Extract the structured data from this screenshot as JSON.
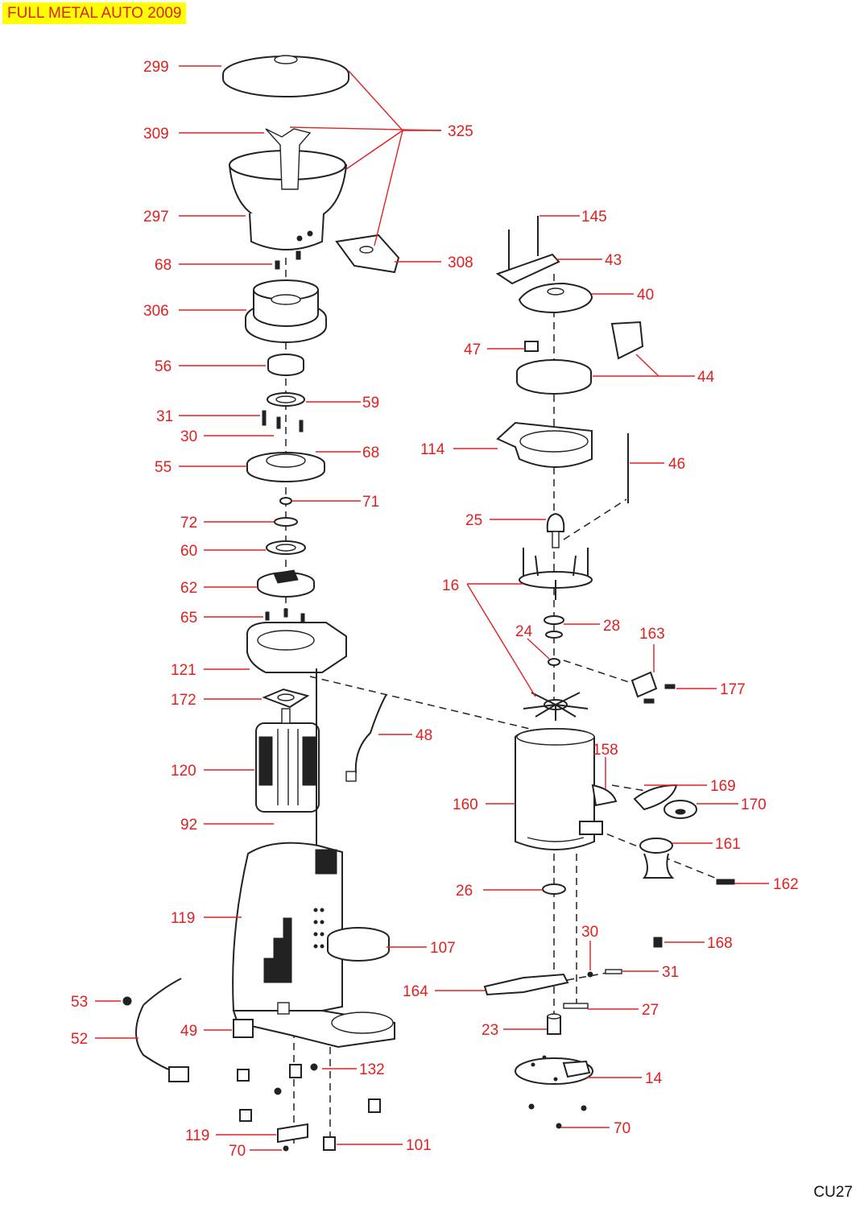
{
  "title": "FULL METAL AUTO 2009",
  "sheet_code": "CU27",
  "colors": {
    "title_bg": "#ffff00",
    "label": "#e02020",
    "line": "#222222"
  },
  "labels": {
    "l299": "299",
    "l309": "309",
    "l325": "325",
    "l297": "297",
    "l308": "308",
    "l68a": "68",
    "l306": "306",
    "l56": "56",
    "l59": "59",
    "l31a": "31",
    "l30a": "30",
    "l68b": "68",
    "l55": "55",
    "l71": "71",
    "l72": "72",
    "l60": "60",
    "l62": "62",
    "l65": "65",
    "l121": "121",
    "l172": "172",
    "l48": "48",
    "l120": "120",
    "l92": "92",
    "l119a": "119",
    "l107": "107",
    "l53": "53",
    "l52": "52",
    "l49": "49",
    "l132": "132",
    "l119b": "119",
    "l70a": "70",
    "l101": "101",
    "l145": "145",
    "l43": "43",
    "l40": "40",
    "l47": "47",
    "l44": "44",
    "l114": "114",
    "l46": "46",
    "l25": "25",
    "l16": "16",
    "l28": "28",
    "l24": "24",
    "l163": "163",
    "l177": "177",
    "l158": "158",
    "l169": "169",
    "l160": "160",
    "l170": "170",
    "l161": "161",
    "l26": "26",
    "l162": "162",
    "l30b": "30",
    "l168": "168",
    "l31b": "31",
    "l164": "164",
    "l27": "27",
    "l23": "23",
    "l14": "14",
    "l70b": "70"
  }
}
